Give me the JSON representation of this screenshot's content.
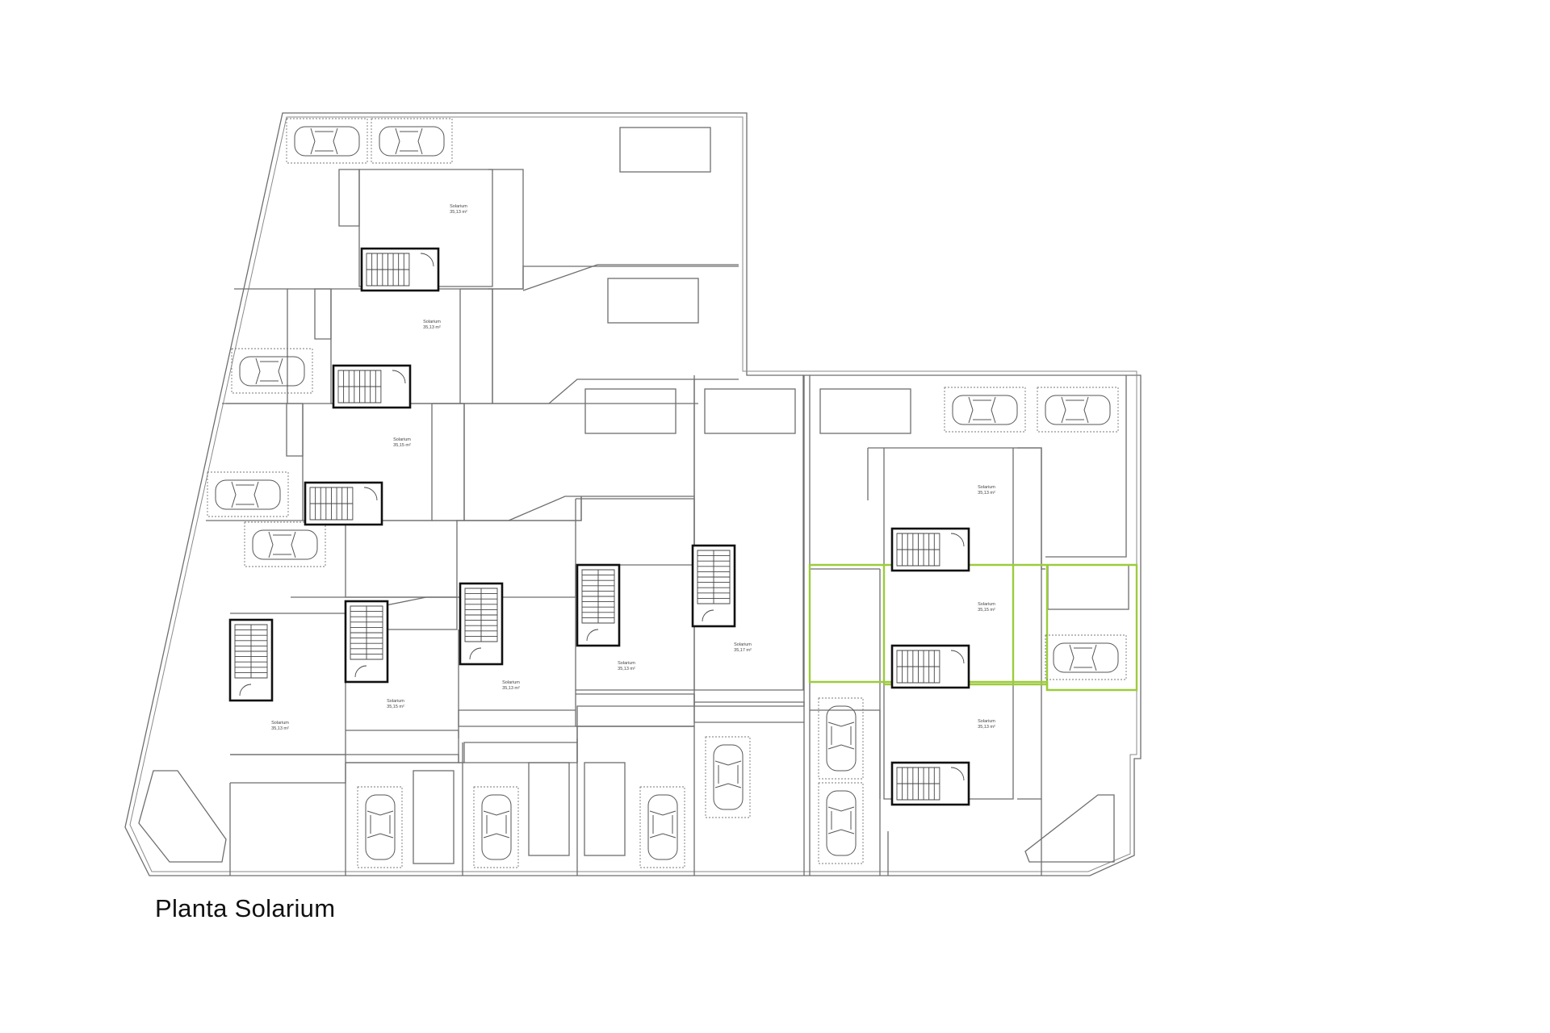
{
  "title": "Planta Solarium",
  "units": [
    {
      "id": "u1",
      "name": "Solarium",
      "area": "35,13 m²"
    },
    {
      "id": "u2",
      "name": "Solarium",
      "area": "35,13 m²"
    },
    {
      "id": "u3",
      "name": "Solarium",
      "area": "35,15 m²"
    },
    {
      "id": "u4",
      "name": "Solarium",
      "area": "35,13 m²"
    },
    {
      "id": "u5",
      "name": "Solarium",
      "area": "35,15 m²"
    },
    {
      "id": "u6",
      "name": "Solarium",
      "area": "35,13 m²"
    },
    {
      "id": "u7",
      "name": "Solarium",
      "area": "35,13 m²"
    },
    {
      "id": "u8",
      "name": "Solarium",
      "area": "35,17 m²"
    },
    {
      "id": "u9",
      "name": "Solarium",
      "area": "35,13 m²"
    },
    {
      "id": "u10",
      "name": "Solarium",
      "area": "35,15 m²"
    },
    {
      "id": "u11",
      "name": "Solarium",
      "area": "35,13 m²"
    }
  ],
  "colors": {
    "highlight": "#9ccc3c",
    "walls": "#6e6e6e",
    "stairs": "#111111"
  }
}
